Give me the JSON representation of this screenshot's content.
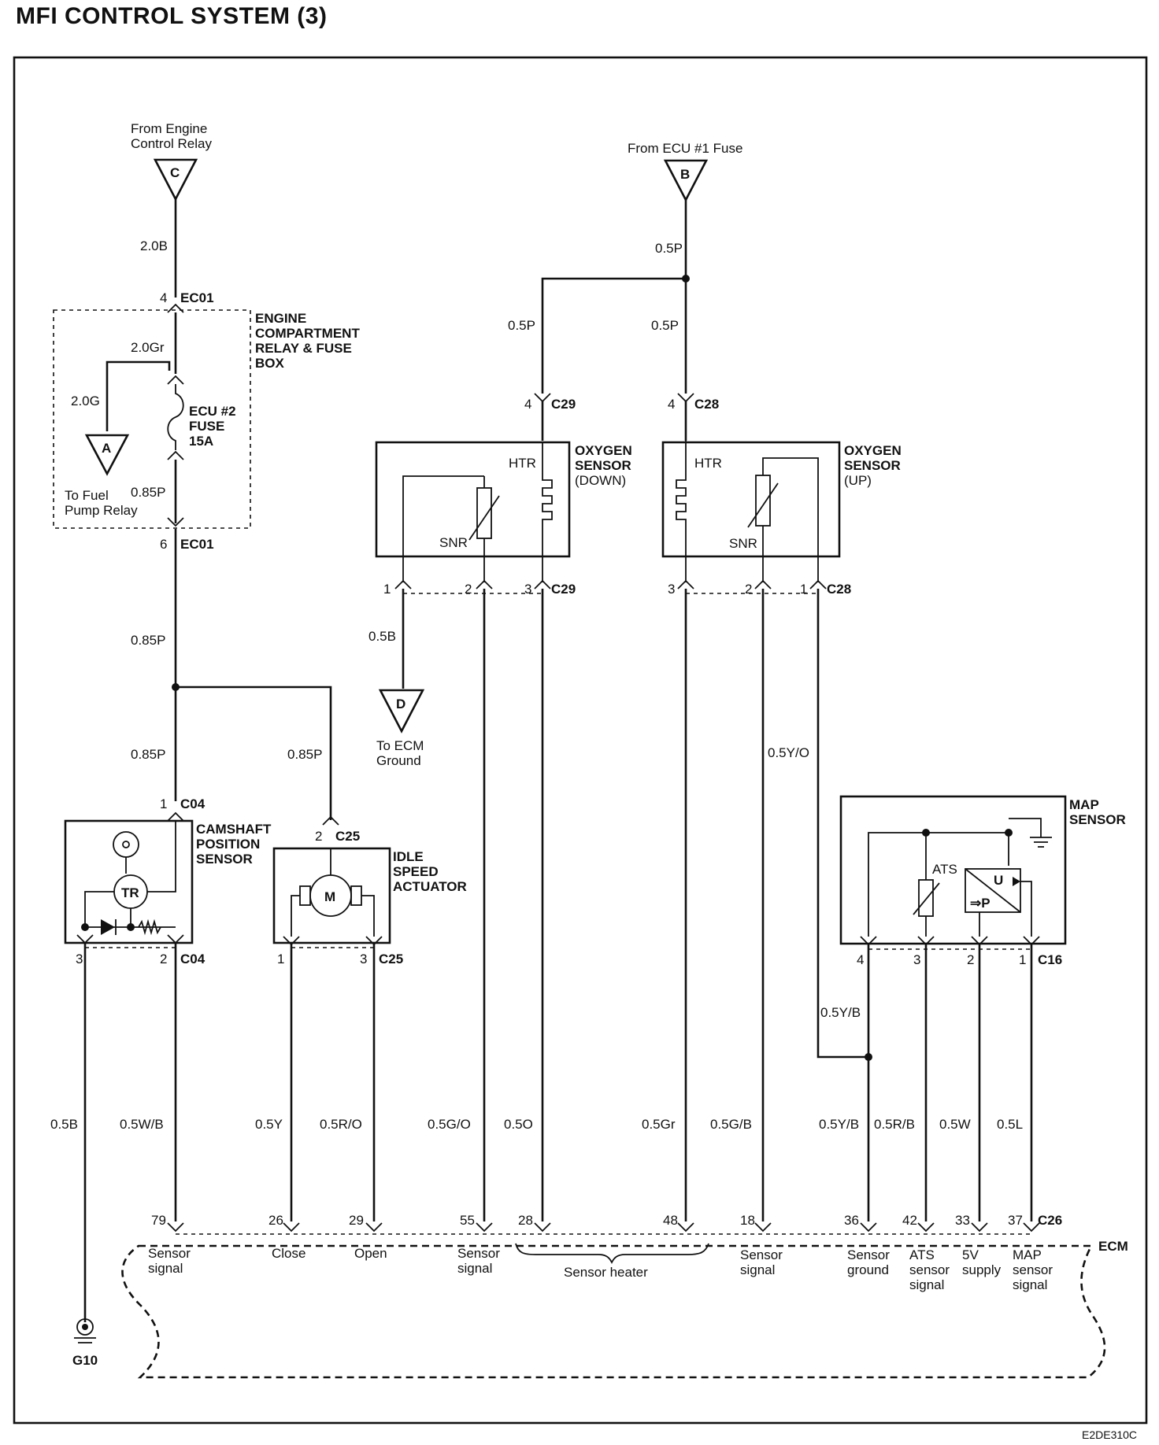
{
  "title": "MFI CONTROL SYSTEM (3)",
  "figure_code": "E2DE310C",
  "sources": {
    "engine_relay": [
      "From Engine",
      "Control Relay"
    ],
    "ecu_fuse": "From ECU #1 Fuse",
    "fuel_pump": [
      "To Fuel",
      "Pump Relay"
    ],
    "ecm_ground": [
      "To ECM",
      "Ground"
    ]
  },
  "connector_letters": {
    "c": "C",
    "b": "B",
    "a": "A",
    "d": "D"
  },
  "components": {
    "relay_box": [
      "ENGINE",
      "COMPARTMENT",
      "RELAY & FUSE",
      "BOX"
    ],
    "fuse": [
      "ECU #2",
      "FUSE",
      "15A"
    ],
    "o2_down": [
      "OXYGEN",
      "SENSOR",
      "(DOWN)"
    ],
    "o2_up": [
      "OXYGEN",
      "SENSOR",
      "(UP)"
    ],
    "camshaft": [
      "CAMSHAFT",
      "POSITION",
      "SENSOR"
    ],
    "idle": [
      "IDLE",
      "SPEED",
      "ACTUATOR"
    ],
    "map": [
      "MAP",
      "SENSOR"
    ],
    "ecm": "ECM",
    "ground": "G10"
  },
  "symbols": {
    "htr": "HTR",
    "snr": "SNR",
    "tr": "TR",
    "m": "M",
    "ats": "ATS",
    "u": "U",
    "p": "⇒P"
  },
  "connectors": {
    "ec01": "EC01",
    "c04": "C04",
    "c25": "C25",
    "c29": "C29",
    "c28": "C28",
    "c16": "C16",
    "c26": "C26"
  },
  "wires": {
    "w20b": "2.0B",
    "w20gr": "2.0Gr",
    "w20g": "2.0G",
    "w085p": "0.85P",
    "w05p": "0.5P",
    "w05b": "0.5B",
    "w05yo": "0.5Y/O",
    "w05yb": "0.5Y/B",
    "w05wb": "0.5W/B",
    "w05y": "0.5Y",
    "w05ro": "0.5R/O",
    "w05go": "0.5G/O",
    "w05o": "0.5O",
    "w05gr": "0.5Gr",
    "w05gb": "0.5G/B",
    "w05rb": "0.5R/B",
    "w05w": "0.5W",
    "w05l": "0.5L"
  },
  "pins": {
    "p1": "1",
    "p2": "2",
    "p3": "3",
    "p4": "4",
    "p6": "6",
    "p79": "79",
    "p26": "26",
    "p29": "29",
    "p55": "55",
    "p28": "28",
    "p48": "48",
    "p18": "18",
    "p36": "36",
    "p42": "42",
    "p33": "33",
    "p37": "37"
  },
  "ecm_terminals": {
    "sensor_signal": [
      "Sensor",
      "signal"
    ],
    "close": "Close",
    "open": "Open",
    "sensor_heater": "Sensor heater",
    "sensor_ground": [
      "Sensor",
      "ground"
    ],
    "ats_signal": [
      "ATS",
      "sensor",
      "signal"
    ],
    "supply_5v": [
      "5V",
      "supply"
    ],
    "map_signal": [
      "MAP",
      "sensor",
      "signal"
    ]
  }
}
